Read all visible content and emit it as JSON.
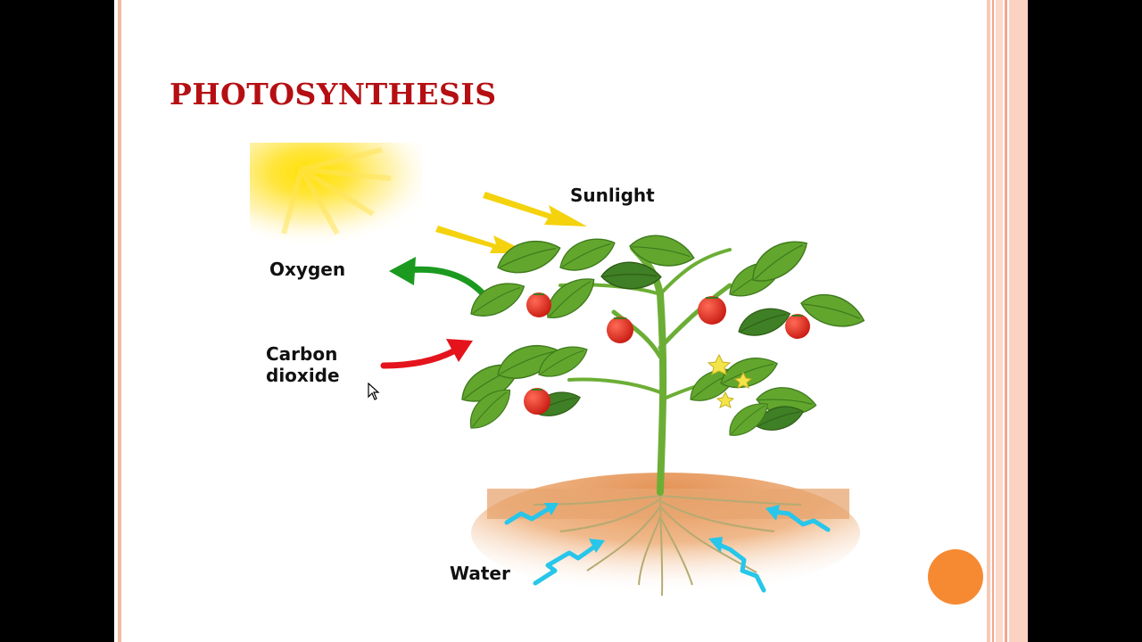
{
  "slide": {
    "title": "PHOTOSYNTHESIS"
  },
  "diagram": {
    "labels": {
      "sunlight": "Sunlight",
      "oxygen": "Oxygen",
      "carbon_dioxide": "Carbon dioxide",
      "water": "Water"
    },
    "colors": {
      "sunlight_arrow": "#f4d20e",
      "oxygen_arrow": "#1b9a1f",
      "carbon_dioxide_arrow": "#e4131c",
      "water_arrow": "#27c6ea",
      "leaf": "#63a72f",
      "fruit": "#d8261c",
      "soil": "#e7a570"
    },
    "icons": {
      "sun": "sun-icon",
      "cursor": "mouse-pointer-icon"
    }
  },
  "theme": {
    "accent": "#b50f13",
    "border": "#f6b8a2",
    "nav_button": "#f68a32"
  }
}
